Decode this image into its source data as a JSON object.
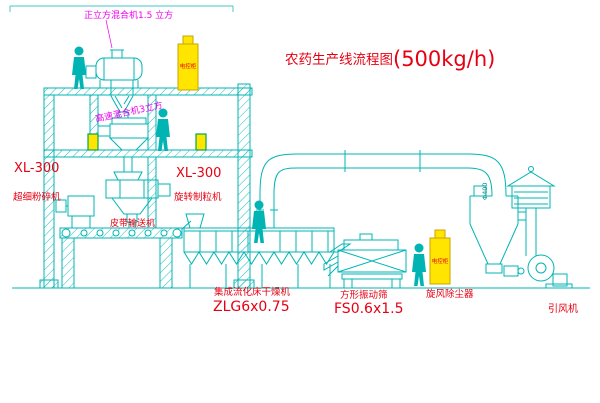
{
  "title": {
    "text": "农药生产线流程图",
    "capacity": "(500kg/h)"
  },
  "colors": {
    "line_cyan": "#00b4b4",
    "label_red": "#e60012",
    "label_magenta": "#f000f0",
    "cabinet_yellow": "#ffe500",
    "cabinet_green_border": "#00a650",
    "background": "#ffffff"
  },
  "labels": {
    "top_mixer": "正立方混合机1.5 立方",
    "high_speed_mixer": "高速混合机3立方",
    "mill_model": "XL-300",
    "mill_name": "超细粉碎机",
    "granulator_model": "XL-300",
    "granulator_name": "旋转制粒机",
    "belt_conveyor": "皮带输送机",
    "dryer_name": "集成流化床干燥机",
    "dryer_model": "ZLG6x0.75",
    "screen_name": "方形振动筛",
    "screen_model": "FS0.6x1.5",
    "dust_collector": "旋风除尘器",
    "fan": "引风机",
    "duct_dimension": "Φ400",
    "cabinet_top_text": "电控柜",
    "cabinet_right_text": "电控柜"
  }
}
